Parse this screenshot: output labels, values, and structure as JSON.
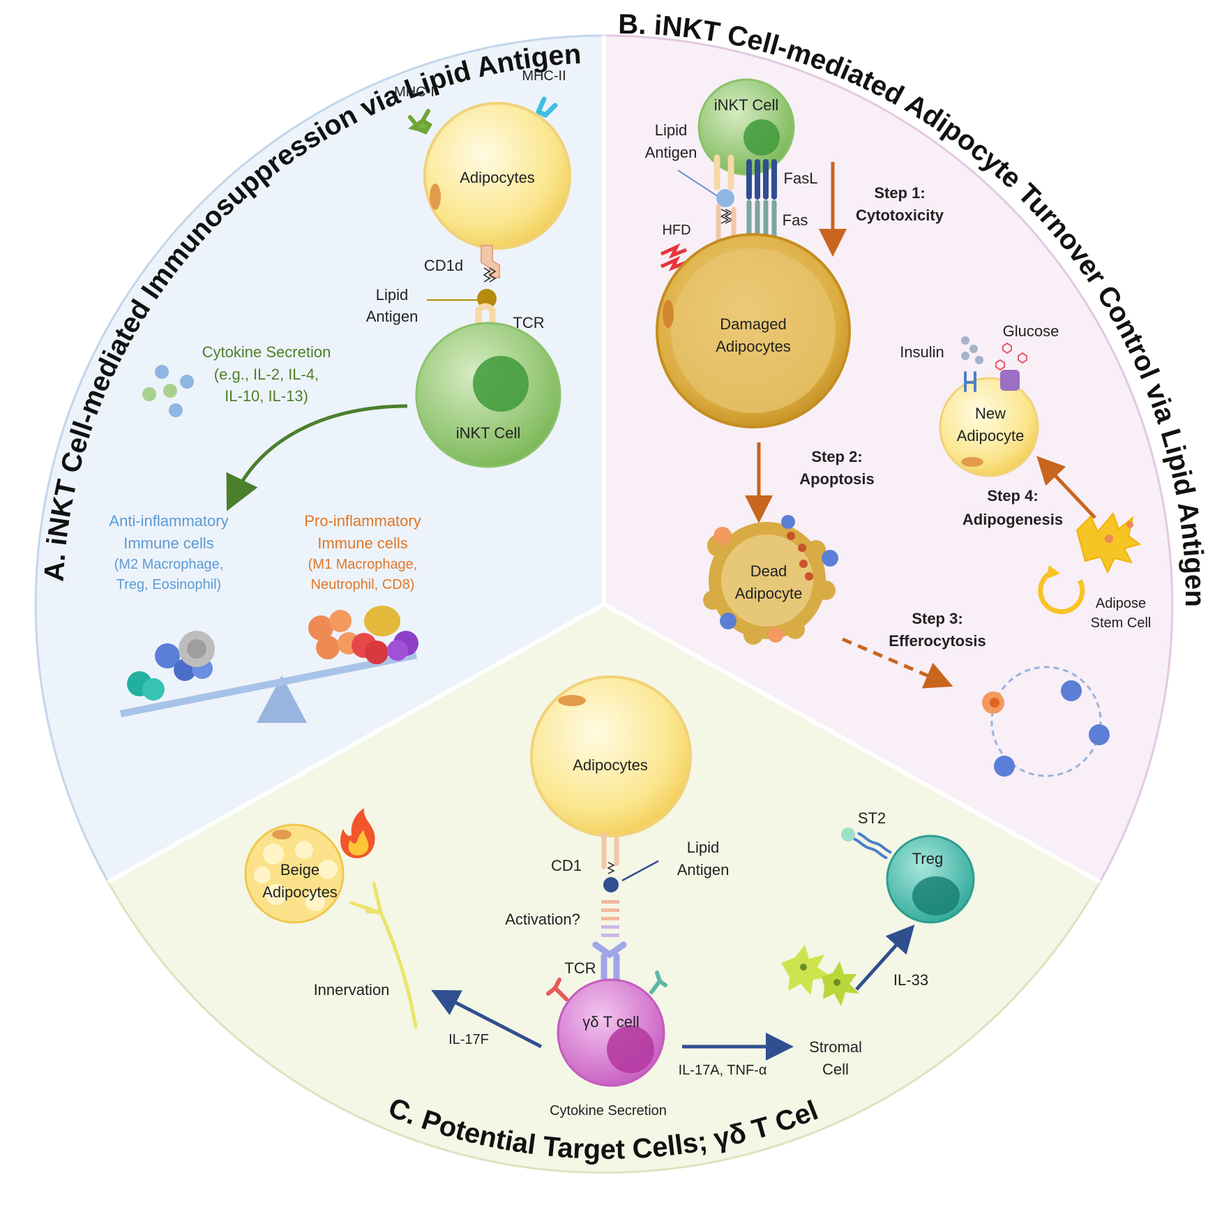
{
  "panelA": {
    "title": "A. iNKT Cell-mediated Immunosuppression via Lipid Antigen",
    "mhc1": "MHC-I",
    "mhc2": "MHC-II",
    "adipocytes": "Adipocytes",
    "cd1d": "CD1d",
    "lipid_line1": "Lipid",
    "lipid_line2": "Antigen",
    "tcr": "TCR",
    "inkt": "iNKT Cell",
    "cytokine_line1": "Cytokine  Secretion",
    "cytokine_line2": "(e.g., IL-2, IL-4,",
    "cytokine_line3": "IL-10, IL-13)",
    "anti_line1": "Anti-inflammatory",
    "anti_line2": "Immune cells",
    "anti_line3": "(M2 Macrophage,",
    "anti_line4": "Treg, Eosinophil)",
    "pro_line1": "Pro-inflammatory",
    "pro_line2": "Immune cells",
    "pro_line3": "(M1 Macrophage,",
    "pro_line4": "Neutrophil, CD8)"
  },
  "panelB": {
    "title": "B. iNKT Cell-mediated Adipocyte Turnover Control via Lipid Antigen",
    "inkt": "iNKT Cell",
    "lipid_line1": "Lipid",
    "lipid_line2": "Antigen",
    "fasl": "FasL",
    "fas": "Fas",
    "hfd": "HFD",
    "step1_line1": "Step 1:",
    "step1_line2": "Cytotoxicity",
    "damaged_line1": "Damaged",
    "damaged_line2": "Adipocytes",
    "step2_line1": "Step 2:",
    "step2_line2": "Apoptosis",
    "dead_line1": "Dead",
    "dead_line2": "Adipocyte",
    "step3_line1": "Step 3:",
    "step3_line2": "Efferocytosis",
    "insulin": "Insulin",
    "glucose": "Glucose",
    "new_line1": "New",
    "new_line2": "Adipocyte",
    "step4_line1": "Step 4:",
    "step4_line2": "Adipogenesis",
    "asc_line1": "Adipose",
    "asc_line2": "Stem Cell"
  },
  "panelC": {
    "title": "C. Potential Target Cells; γδ T Cell",
    "adipocytes": "Adipocytes",
    "cd1": "CD1",
    "lipid_line1": "Lipid",
    "lipid_line2": "Antigen",
    "activation": "Activation?",
    "tcr": "TCR",
    "gdt": "γδ T cell",
    "cytokine": "Cytokine Secretion",
    "beige_line1": "Beige",
    "beige_line2": "Adipocytes",
    "innervation": "Innervation",
    "il17f": "IL-17F",
    "il17a": "IL-17A, TNF-α",
    "stromal_line1": "Stromal",
    "stromal_line2": "Cell",
    "il33": "IL-33",
    "st2": "ST2",
    "treg": "Treg"
  },
  "colors": {
    "panelA_bg": "#edf3fa",
    "panelB_bg": "#f8eff7",
    "panelC_bg": "#f4f6e6",
    "adipocyte": "#fbe48a",
    "inkt": "#8cc36a",
    "damaged": "#d7a230",
    "arrow_green": "#4a7f2c",
    "arrow_orange": "#c8651f",
    "arrow_blue": "#2f4f8f",
    "gdt": "#d066c8",
    "treg": "#36b5a5"
  }
}
